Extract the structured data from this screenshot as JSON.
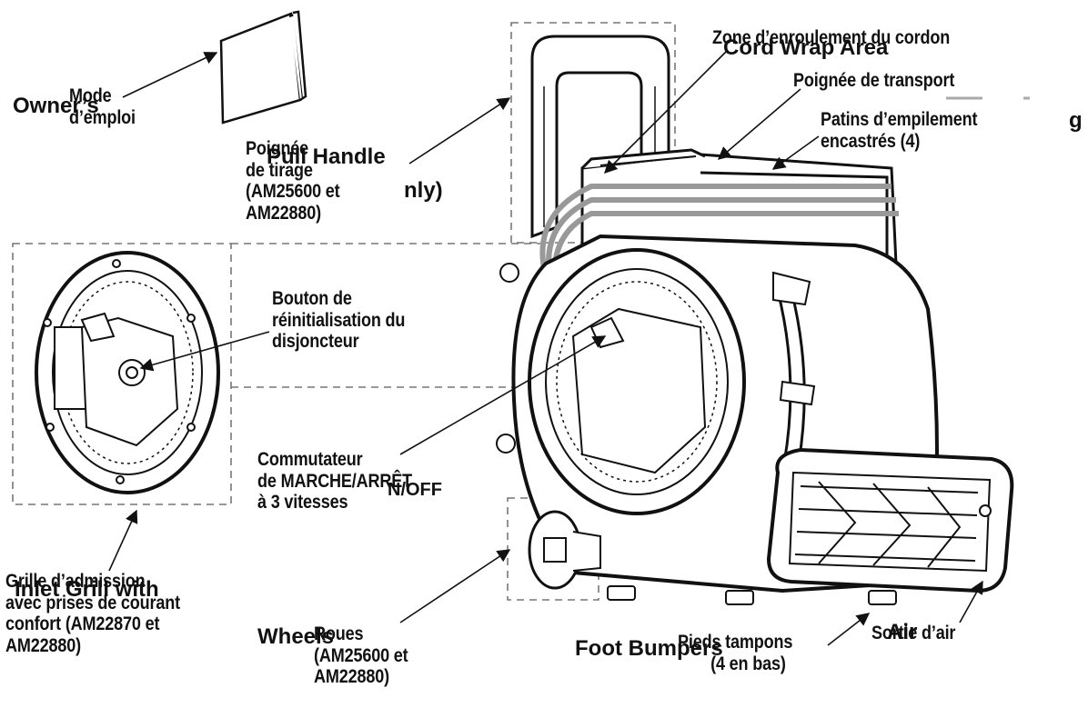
{
  "diagram": {
    "fr_labels": {
      "manual": [
        "Mode",
        "d’emploi"
      ],
      "pull_handle": [
        "Poignée",
        "de tirage",
        "(AM25600 et",
        "AM22880)"
      ],
      "cord_wrap": [
        "Zone d’enroulement du cordon"
      ],
      "carry_handle": [
        "Poignée de transport"
      ],
      "stacking_pads": [
        "Patins d’empilement",
        "encastrés (4)"
      ],
      "reset_button": [
        "Bouton de",
        "réinitialisation du",
        "disjoncteur"
      ],
      "switch": [
        "Commutateur",
        "de MARCHE/ARRÊT",
        "à 3 vitesses"
      ],
      "inlet_grill": [
        "Grille d’admission",
        "avec prises de courant",
        "confort (AM22870 et",
        "AM22880)"
      ],
      "wheels": [
        "Roues",
        "(AM25600 et",
        "AM22880)"
      ],
      "foot_bumpers": [
        "Pieds tampons",
        "(4 en bas)"
      ],
      "air_outlet": [
        "Sortie d’air"
      ]
    },
    "en_fragments": {
      "owners": "Owner’s",
      "pull_handle": "Pull Handle",
      "only": "nly)",
      "cord_wrap": "Cord Wrap Area",
      "g": "g",
      "inlet_grill": "Inlet Grill with",
      "wheels": "Wheels",
      "foot_bumpers": "Foot Bumpers",
      "air": "Air",
      "on_off": "N/OFF"
    }
  }
}
